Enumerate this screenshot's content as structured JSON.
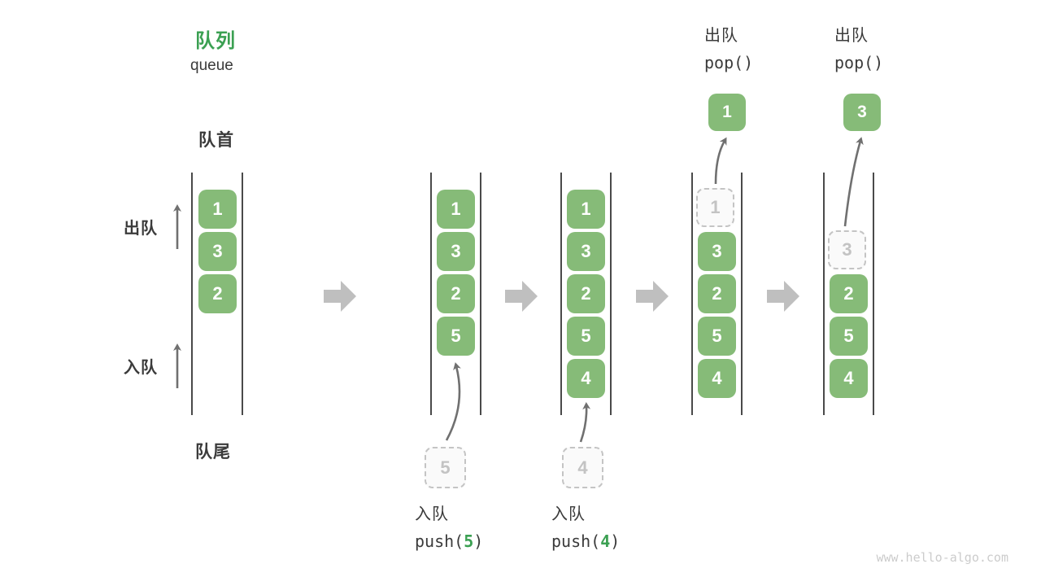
{
  "header": {
    "title": "队列",
    "subtitle": "queue"
  },
  "labels": {
    "front": "队首",
    "rear": "队尾",
    "dequeue_side": "出队",
    "enqueue_side": "入队"
  },
  "ops": {
    "pop1": {
      "name": "出队",
      "code": "pop()"
    },
    "pop2": {
      "name": "出队",
      "code": "pop()"
    },
    "push5": {
      "name": "入队",
      "fn_open": "push(",
      "arg": "5",
      "fn_close": ")"
    },
    "push4": {
      "name": "入队",
      "fn_open": "push(",
      "arg": "4",
      "fn_close": ")"
    }
  },
  "columns": [
    {
      "cells": [
        {
          "v": "1"
        },
        {
          "v": "3"
        },
        {
          "v": "2"
        }
      ]
    },
    {
      "cells": [
        {
          "v": "1"
        },
        {
          "v": "3"
        },
        {
          "v": "2"
        },
        {
          "v": "5"
        }
      ]
    },
    {
      "cells": [
        {
          "v": "1"
        },
        {
          "v": "3"
        },
        {
          "v": "2"
        },
        {
          "v": "5"
        },
        {
          "v": "4"
        }
      ]
    },
    {
      "cells": [
        {
          "v": "1",
          "state": "dashed"
        },
        {
          "v": "3"
        },
        {
          "v": "2"
        },
        {
          "v": "5"
        },
        {
          "v": "4"
        }
      ]
    },
    {
      "cells": [
        {
          "v": "3",
          "state": "dashed"
        },
        {
          "v": "2"
        },
        {
          "v": "5"
        },
        {
          "v": "4"
        }
      ]
    }
  ],
  "staging": {
    "five": "5",
    "four": "4"
  },
  "popped": {
    "one": "1",
    "three": "3"
  },
  "footer": "www.hello-algo.com",
  "colors": {
    "element_green": "#86bb78",
    "title_green": "#3ba052",
    "dark_text": "#3b3b3b",
    "wall": "#4a4a4a",
    "thin_arrow": "#707070",
    "fat_arrow": "#bfbfbf",
    "dashed_border": "#c4c4c4",
    "dashed_text": "#c3c3c3",
    "footer_text": "#cccccc"
  }
}
